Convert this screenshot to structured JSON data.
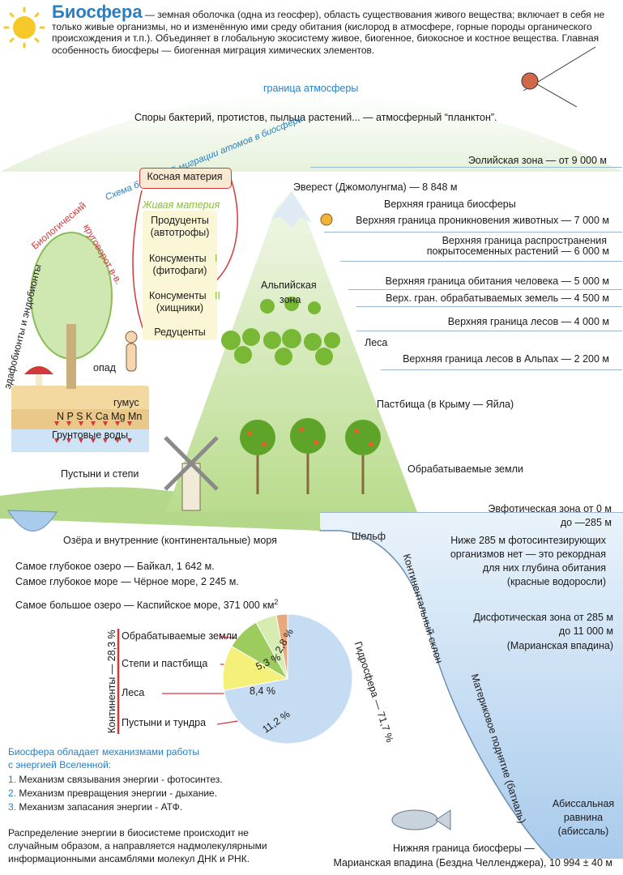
{
  "intro": {
    "title": "Биосфера",
    "text": " — земная оболочка (одна из геосфер), область существования живого вещества; включает в себя не только живые организмы, но и изменённую ими среду обитания (кислород в атмосфере, горные породы органического происхождения и т.п.). Объединяет в глобальную экосистему живое, биогенное, биокосное и костное вещества. Главная особенность биосферы — биогенная миграция химических элементов."
  },
  "atmosphere": {
    "boundary": "граница атмосферы",
    "plankton": "Споры бактерий, протистов, пыльца растений... — атмосферный “планктон”."
  },
  "zones": {
    "aeolian": "Эолийская зона — от 9 000 м",
    "everest": "Эверест (Джомолунгма) — 8 848 м",
    "upper_biosphere": "Верхняя граница биосферы",
    "animals": "Верхняя граница проникновения животных — 7 000 м",
    "plants_1": "Верхняя граница распространения",
    "plants_2": "покрытосеменных растений — 6 000 м",
    "human": "Верхняя граница обитания человека — 5 000 м",
    "farmland_top": "Верх. гран. обрабатываемых земель — 4 500 м",
    "forest_top": "Верхняя граница лесов — 4 000 м",
    "alpine": "Альпийская",
    "alpine2": "зона",
    "forests": "Леса",
    "alps_forest": "Верхняя граница лесов в Альпах — 2 200 м",
    "pastures": "Пастбища (в Крыму — Яйла)",
    "farmland": "Обрабатываемые земли",
    "deserts": "Пустыни и степи",
    "lakes": "Озёра и внутренние (континентальные) моря"
  },
  "scheme": {
    "title": "Схема биогенной миграции атомов в биосфере",
    "inert": "Косная материя",
    "living": "Живая материя",
    "producers": "Продуценты",
    "producers2": "(автотрофы)",
    "consumers1": "Консументы",
    "consumers1_num": "I",
    "consumers1b": "(фитофаги)",
    "consumers2": "Консументы",
    "consumers2_num": "II",
    "consumers2b": "(хищники)",
    "reducers": "Редуценты"
  },
  "soil": {
    "cycle_a": "Биологический",
    "cycle_b": "круговорот в-в.",
    "edaphobionts": "эдафобионты и эндобионты",
    "litter": "опад",
    "humus": "гумус",
    "elements": "N P S K Ca Mg Mn",
    "groundwater": "Грунтовые воды"
  },
  "ocean": {
    "euphotic1": "Эвфотическая зона от 0 м",
    "euphotic2": "до —285 м",
    "shelf": "Шельф",
    "slope": "Континентальный склон",
    "below285_1": "Ниже 285 м фотосинтезирующих",
    "below285_2": "организмов нет — это рекордная",
    "below285_3": "для них глубина обитания",
    "below285_4": "(красные водоросли)",
    "dysphotic1": "Дисфотическая зона от 285 м",
    "dysphotic2": "до 11 000 м",
    "dysphotic3": "(Марианская впадина)",
    "rise": "Материковое поднятие (батиаль)",
    "abyssal1": "Абиссальная",
    "abyssal2": "равнина",
    "abyssal3": "(абиссаль)",
    "lower1": "Нижняя граница биосферы —",
    "lower2": "Марианская впадина (Бездна Челленджера), 10 994 ± 40  м"
  },
  "records": {
    "lake": "Самое глубокое озеро — Байкал, 1 642 м.",
    "sea": "Самое глубокое море — Чёрное море, 2 245 м.",
    "biggest": "Самое большое озеро — Каспийское море, 371 000 км",
    "sup": "2"
  },
  "chart_data": {
    "type": "pie",
    "title": "",
    "continents_label": "Континенты — 28,3 %",
    "hydrosphere_label": "Гидросфера — 71,7 %",
    "slices": [
      {
        "name": "Обрабатываемые земли",
        "value": 2.8,
        "label": "2,8 %",
        "color": "#e8a87c"
      },
      {
        "name": "Степи и пастбища",
        "value": 5.3,
        "label": "5,3 %",
        "color": "#d6ecb0"
      },
      {
        "name": "Леса",
        "value": 8.4,
        "label": "8,4 %",
        "color": "#9ccc5e"
      },
      {
        "name": "Пустыни и тундра",
        "value": 11.2,
        "label": "11,2 %",
        "color": "#f4f07a"
      },
      {
        "name": "Гидросфера",
        "value": 71.7,
        "label": "",
        "color": "#c6dcf2"
      }
    ]
  },
  "mechanisms": {
    "head1": "Биосфера обладает механизмами работы",
    "head2": "с энергией Вселенной:",
    "items": [
      {
        "n": "1.",
        "t": "Механизм связывания энергии - фотосинтез."
      },
      {
        "n": "2.",
        "t": "Механизм превращения энергии - дыхание."
      },
      {
        "n": "3.",
        "t": "Механизм запасания энергии - АТФ."
      }
    ],
    "footer1": "Распределение энергии в биосистеме происходит не",
    "footer2": "случайным образом, а направляется надмолекулярными",
    "footer3": "информационными ансамблями молекул ДНК и РНК."
  },
  "colors": {
    "accent": "#2a7fc0",
    "grass": "#9ccc5e",
    "water": "#c6dcf2",
    "red": "#d23a3a"
  }
}
